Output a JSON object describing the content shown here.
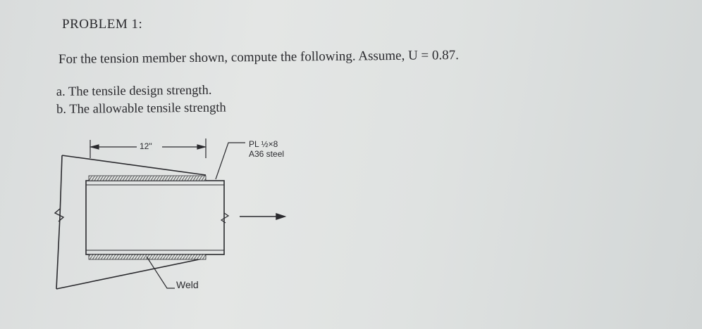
{
  "problem": {
    "heading": "PROBLEM 1:",
    "statement": "For the tension member shown, compute the following. Assume, U = 0.87.",
    "tasks": [
      "a. The tensile design strength.",
      "b. The allowable tensile strength"
    ]
  },
  "figure": {
    "dimension_label": "12\"",
    "plate_spec": "PL ½×8",
    "plate_material": "A36 steel",
    "weld_label": "Weld"
  }
}
